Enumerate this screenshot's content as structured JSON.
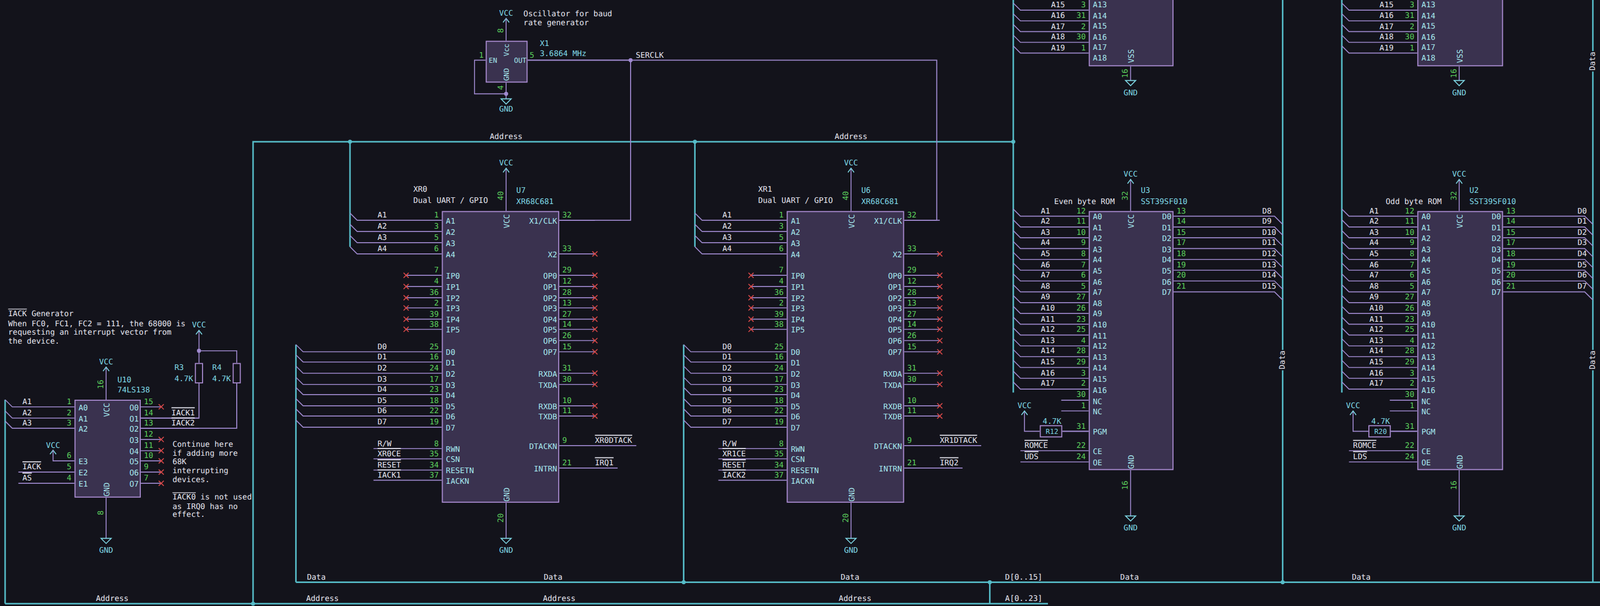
{
  "diagram": {
    "nodes": [
      {
        "text": [
          "X1",
          "3.6864 MHz",
          "EN",
          "OUT",
          "Vcc",
          "GND"
        ]
      },
      {
        "text": [
          "A13",
          "A14",
          "A15",
          "A16",
          "A17",
          "A18",
          "VSS"
        ]
      },
      {
        "text": [
          "A13",
          "A14",
          "A15",
          "A16",
          "A17",
          "A18",
          "VSS"
        ]
      },
      {
        "text": [
          "XR0",
          "Dual UART / GPIO",
          "U7",
          "XR68C681",
          "A1",
          "A2",
          "A3",
          "A4",
          "IP0",
          "IP1",
          "IP2",
          "IP3",
          "IP4",
          "IP5",
          "D0",
          "D1",
          "D2",
          "D3",
          "D4",
          "D5",
          "D6",
          "D7",
          "RWN",
          "CSN",
          "RESETN",
          "IACKN",
          "X1/CLK",
          "X2",
          "OP0",
          "OP1",
          "OP2",
          "OP3",
          "OP4",
          "OP5",
          "OP6",
          "OP7",
          "RXDA",
          "TXDA",
          "RXDB",
          "TXDB",
          "DTACKN",
          "INTRN",
          "VCC",
          "GND"
        ]
      },
      {
        "text": [
          "XR1",
          "Dual UART / GPIO",
          "U6",
          "XR68C681",
          "A1",
          "A2",
          "A3",
          "A4",
          "IP0",
          "IP1",
          "IP2",
          "IP3",
          "IP4",
          "IP5",
          "D0",
          "D1",
          "D2",
          "D3",
          "D4",
          "D5",
          "D6",
          "D7",
          "RWN",
          "CSN",
          "RESETN",
          "IACKN",
          "X1/CLK",
          "X2",
          "OP0",
          "OP1",
          "OP2",
          "OP3",
          "OP4",
          "OP5",
          "OP6",
          "OP7",
          "RXDA",
          "TXDA",
          "RXDB",
          "TXDB",
          "DTACKN",
          "INTRN",
          "VCC",
          "GND"
        ]
      },
      {
        "text": [
          "Even byte ROM",
          "U3",
          "SST39SF010",
          "A0",
          "A1",
          "A2",
          "A3",
          "A4",
          "A5",
          "A6",
          "A7",
          "A8",
          "A9",
          "A10",
          "A11",
          "A12",
          "A13",
          "A14",
          "A15",
          "A16",
          "NC",
          "NC",
          "PGM",
          "CE",
          "OE",
          "D0",
          "D1",
          "D2",
          "D3",
          "D4",
          "D5",
          "D6",
          "D7",
          "VCC",
          "GND"
        ]
      },
      {
        "text": [
          "4.7K",
          "R12"
        ]
      },
      {
        "text": [
          "Odd byte ROM",
          "U2",
          "SST39SF010",
          "A0",
          "A1",
          "A2",
          "A3",
          "A4",
          "A5",
          "A6",
          "A7",
          "A8",
          "A9",
          "A10",
          "A11",
          "A12",
          "A13",
          "A14",
          "A15",
          "A16",
          "NC",
          "NC",
          "PGM",
          "CE",
          "OE",
          "D0",
          "D1",
          "D2",
          "D3",
          "D4",
          "D5",
          "D6",
          "D7",
          "VCC",
          "GND"
        ]
      },
      {
        "text": [
          "4.7K",
          "R20"
        ]
      },
      {
        "text": [
          "U10",
          "74LS138",
          "A0",
          "A1",
          "A2",
          "E3",
          "E2",
          "E1",
          "O0",
          "O1",
          "O2",
          "O3",
          "O4",
          "O5",
          "O6",
          "O7",
          "VCC",
          "GND"
        ]
      },
      {
        "text": [
          "R3",
          "4.7K"
        ]
      },
      {
        "text": [
          "R4",
          "4.7K"
        ]
      }
    ],
    "edges": [
      {
        "from": 0,
        "to": 3,
        "arrow": "none"
      },
      {
        "from": 0,
        "to": 4,
        "arrow": "none"
      },
      {
        "from": 6,
        "to": 5,
        "arrow": "none"
      },
      {
        "from": 8,
        "to": 7,
        "arrow": "none"
      },
      {
        "from": 10,
        "to": 9,
        "arrow": "none"
      },
      {
        "from": 11,
        "to": 9,
        "arrow": "none"
      }
    ],
    "labels": [
      "Oscillator for baud rate generator",
      "VCC",
      "8",
      "GND",
      "4",
      "1",
      "5",
      "SERCLK",
      "A15",
      "3",
      "A16",
      "31",
      "A17",
      "2",
      "A18",
      "30",
      "A19",
      "1",
      "16",
      "GND",
      "A15",
      "3",
      "A16",
      "31",
      "A17",
      "2",
      "A18",
      "30",
      "A19",
      "1",
      "16",
      "GND",
      "1",
      "A1",
      "3",
      "A2",
      "5",
      "A3",
      "6",
      "A4",
      "7",
      "4",
      "36",
      "2",
      "39",
      "38",
      "25",
      "D0",
      "16",
      "D1",
      "24",
      "D2",
      "17",
      "D3",
      "23",
      "D4",
      "18",
      "D5",
      "22",
      "D6",
      "19",
      "D7",
      "8",
      "R/W",
      "35",
      "XR0CE",
      "34",
      "RESET",
      "37",
      "IACK1",
      "32",
      "33",
      "29",
      "12",
      "28",
      "13",
      "27",
      "14",
      "26",
      "15",
      "31",
      "30",
      "10",
      "11",
      "9",
      "XR0DTACK",
      "21",
      "IRQ1",
      "40",
      "VCC",
      "20",
      "GND",
      "1",
      "A1",
      "3",
      "A2",
      "5",
      "A3",
      "6",
      "A4",
      "7",
      "4",
      "36",
      "2",
      "39",
      "38",
      "25",
      "D0",
      "16",
      "D1",
      "24",
      "D2",
      "17",
      "D3",
      "23",
      "D4",
      "18",
      "D5",
      "22",
      "D6",
      "19",
      "D7",
      "8",
      "R/W",
      "35",
      "XR1CE",
      "34",
      "RESET",
      "37",
      "IACK2",
      "32",
      "33",
      "29",
      "12",
      "28",
      "13",
      "27",
      "14",
      "26",
      "15",
      "31",
      "30",
      "10",
      "11",
      "9",
      "XR1DTACK",
      "21",
      "IRQ2",
      "40",
      "VCC",
      "20",
      "GND",
      "12",
      "A1",
      "11",
      "A2",
      "10",
      "A3",
      "9",
      "A4",
      "8",
      "A5",
      "7",
      "A6",
      "6",
      "A7",
      "5",
      "A8",
      "27",
      "A9",
      "26",
      "A10",
      "23",
      "A11",
      "25",
      "A12",
      "4",
      "A13",
      "28",
      "A14",
      "29",
      "A15",
      "3",
      "A16",
      "2",
      "A17",
      "30",
      "1",
      "31",
      "22",
      "ROMCE",
      "24",
      "UDS",
      "13",
      "D8",
      "14",
      "D9",
      "15",
      "D10",
      "17",
      "D11",
      "18",
      "D12",
      "19",
      "D13",
      "20",
      "D14",
      "21",
      "D15",
      "32",
      "VCC",
      "16",
      "GND",
      "VCC",
      "12",
      "A1",
      "11",
      "A2",
      "10",
      "A3",
      "9",
      "A4",
      "8",
      "A5",
      "7",
      "A6",
      "6",
      "A7",
      "5",
      "A8",
      "27",
      "A9",
      "26",
      "A10",
      "23",
      "A11",
      "25",
      "A12",
      "4",
      "A13",
      "28",
      "A14",
      "29",
      "A15",
      "3",
      "A16",
      "2",
      "A17",
      "30",
      "1",
      "31",
      "22",
      "ROMCE",
      "24",
      "LDS",
      "13",
      "D0",
      "14",
      "D1",
      "15",
      "D2",
      "17",
      "D3",
      "18",
      "D4",
      "19",
      "D5",
      "20",
      "D6",
      "21",
      "D7",
      "32",
      "VCC",
      "16",
      "GND",
      "VCC",
      "1",
      "A1",
      "2",
      "A2",
      "3",
      "A3",
      "6",
      "VCC",
      "5",
      "IACK",
      "4",
      "AS",
      "15",
      "14",
      "IACK1",
      "13",
      "IACK2",
      "12",
      "11",
      "10",
      "9",
      "7",
      "16",
      "VCC",
      "8",
      "GND",
      "VCC",
      "IACK Generator",
      "When FC0, FC1, FC2 = 111, the 68000 is requesting an interrupt vector from the device.",
      "Continue here if adding more 68K interrupting devices.",
      "IACK0 is not used as IRQ0 has no effect.",
      "Address",
      "Address",
      "Data",
      "Data",
      "Data",
      "Data",
      "Data",
      "D[0..15]",
      "A[0..23]",
      "Address",
      "Address",
      "Address",
      "Address",
      "Data",
      "Data",
      "Data"
    ]
  }
}
